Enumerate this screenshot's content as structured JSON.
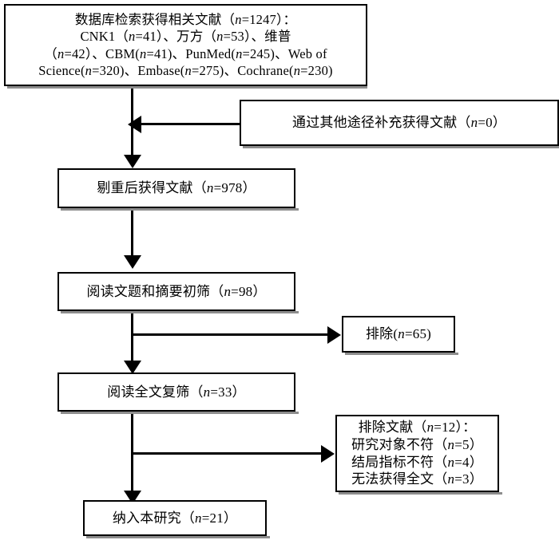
{
  "figure": {
    "type": "prisma-flow-diagram",
    "language": "zh-CN",
    "background_color": "#ffffff",
    "line_color": "#000000",
    "box_border_color": "#000000"
  },
  "nodes": {
    "database_search": {
      "name": "database-search-box",
      "lines": [
        "数据库检索获得相关文献（n=1247）：",
        "CNK1（n=41）、万方（n=53）、维普",
        "（n=42）、CBM(n=41)、PunMed(n=245)、Web of",
        "Science(n=320)、Embase(n=275)、Cochrane(n=230)"
      ]
    },
    "other_sources": {
      "name": "other-sources-box",
      "lines": [
        "通过其他途径补充获得文献（n=0）"
      ]
    },
    "after_dedup": {
      "name": "after-deduplication-box",
      "lines": [
        "剔重后获得文献（n=978）"
      ]
    },
    "title_abstract_screening": {
      "name": "title-abstract-screening-box",
      "lines": [
        "阅读文题和摘要初筛（n=98）"
      ]
    },
    "excluded_first": {
      "name": "excluded-first-round-box",
      "lines": [
        "排除(n=65)"
      ]
    },
    "fulltext_screening": {
      "name": "fulltext-screening-box",
      "lines": [
        "阅读全文复筛（n=33）"
      ]
    },
    "excluded_second": {
      "name": "excluded-second-round-box",
      "lines": [
        "排除文献（n=12）：",
        "研究对象不符（n=5）",
        "结局指标不符（n=4）",
        "无法获得全文（n=3）"
      ]
    },
    "included": {
      "name": "included-studies-box",
      "lines": [
        "纳入本研究（n=21）"
      ]
    }
  },
  "counts": {
    "total_records": 1247,
    "cnki": 41,
    "wanfang": 53,
    "weipu": 42,
    "cbm": 41,
    "punmed": 245,
    "web_of_science": 320,
    "embase": 275,
    "cochrane": 230,
    "other_sources": 0,
    "after_deduplication": 978,
    "title_abstract_screened": 98,
    "excluded_first_round": 65,
    "fulltext_screened": 33,
    "excluded_second_round": 12,
    "excluded_population_mismatch": 5,
    "excluded_outcome_mismatch": 4,
    "excluded_no_fulltext": 3,
    "included_studies": 21
  }
}
